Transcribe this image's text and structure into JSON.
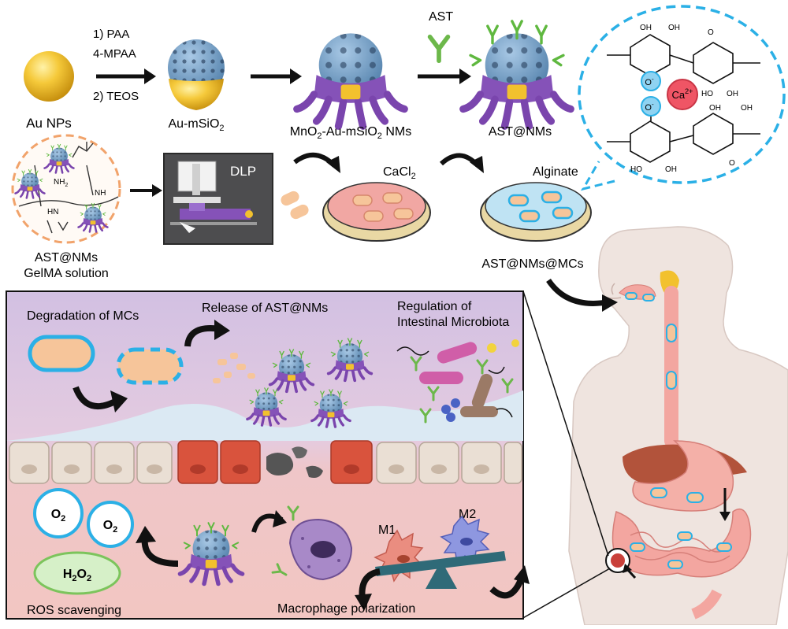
{
  "synthesis": {
    "au_nps": "Au NPs",
    "step1_line1": "1) PAA",
    "step1_line2": "4-MPAA",
    "step1_line3": "2) TEOS",
    "au_msio2": "Au-mSiO",
    "au_msio2_sub": "2",
    "mno2_prefix": "MnO",
    "mno2_sub1": "2",
    "mno2_mid": "-Au-mSiO",
    "mno2_sub2": "2",
    "mno2_suffix": " NMs",
    "ast": "AST",
    "ast_nms": "AST@NMs"
  },
  "fabrication": {
    "gelma_line1": "AST@NMs",
    "gelma_line2": "GelMA solution",
    "nh2": "NH",
    "nh2_sub": "2",
    "nh": "NH",
    "hn": "HN",
    "dlp": "DLP",
    "cacl": "CaCl",
    "cacl_sub": "2",
    "alginate": "Alginate",
    "microcapsules": "AST@NMs@MCs"
  },
  "alginate_structure": {
    "ca": "Ca",
    "ca_sup": "2+",
    "o_minus": "O",
    "minus": "-",
    "oh": "OH",
    "o": "O",
    "ho": "HO"
  },
  "panel": {
    "degradation": "Degradation of MCs",
    "release": "Release of AST@NMs",
    "regulation_line1": "Regulation of",
    "regulation_line2": "Intestinal Microbiota",
    "o2": "O",
    "o2_sub": "2",
    "h2o2": "H",
    "h2o2_sub1": "2",
    "h2o2_o": "O",
    "h2o2_sub2": "2",
    "ros": "ROS scavenging",
    "m1": "M1",
    "m2": "M2",
    "macrophage": "Macrophage polarization"
  },
  "colors": {
    "gold": "#f2c12e",
    "silica": "#6f9ec4",
    "mno2_purple": "#8552b8",
    "ast_green": "#77c24a",
    "dashed_blue": "#2bb0e6",
    "dashed_orange": "#f1a36b",
    "panel_top": "#d7c3e4",
    "panel_bottom": "#f2c7c3",
    "body_skin": "#efe4df",
    "gut_pink": "#f3a6a0"
  }
}
